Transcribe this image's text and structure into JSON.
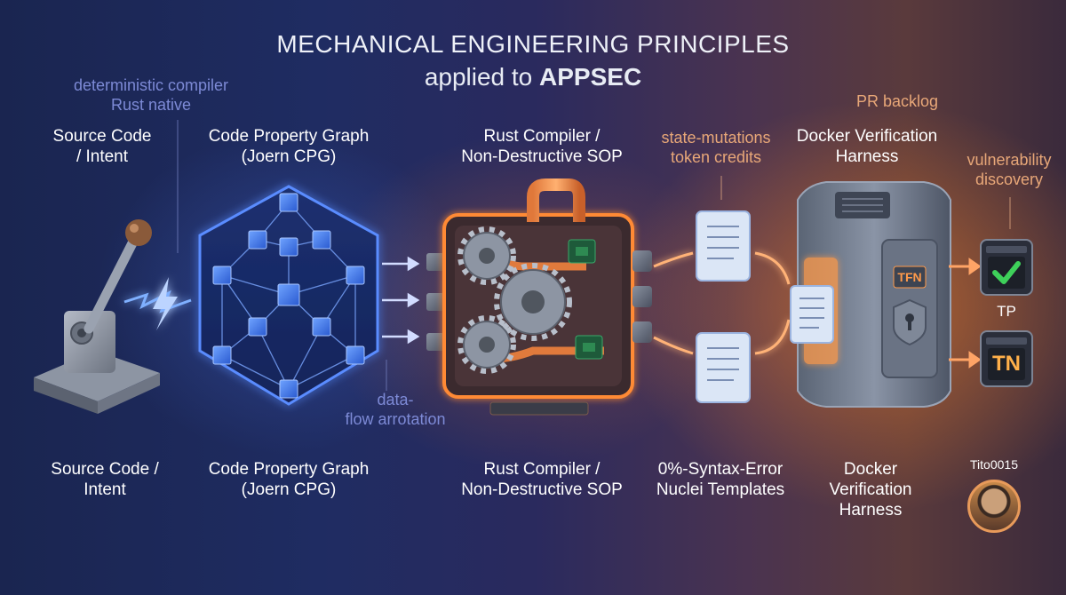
{
  "title": {
    "line1": "MECHANICAL ENGINEERING PRINCIPLES",
    "line2_prefix": "applied to ",
    "line2_bold": "APPSEC"
  },
  "annotations": {
    "deterministic": [
      "deterministic compiler",
      "Rust native"
    ],
    "dataflow": [
      "data-",
      "flow arrotation"
    ],
    "state_mutations": [
      "state-mutations",
      "token credits"
    ],
    "pr_backlog": "PR backlog",
    "vuln_discovery": [
      "vulnerability",
      "discovery"
    ]
  },
  "top_labels": {
    "source": [
      "Source Code",
      "/ Intent"
    ],
    "cpg": [
      "Code Property Graph",
      "(Joern CPG)"
    ],
    "rust": [
      "Rust Compiler /",
      "Non-Destructive SOP"
    ],
    "docker": [
      "Docker Verification",
      "Harness"
    ]
  },
  "bottom_labels": {
    "source": [
      "Source Code /",
      "Intent"
    ],
    "cpg": [
      "Code Property Graph",
      "(Joern CPG)"
    ],
    "rust": [
      "Rust Compiler /",
      "Non-Destructive SOP"
    ],
    "nuclei": [
      "0%-Syntax-Error",
      "Nuclei Templates"
    ],
    "docker": [
      "Docker",
      "Verification",
      "Harness"
    ]
  },
  "outputs": {
    "tp_label": "TP",
    "tn_badge": "TN",
    "tfn_badge": "TFN"
  },
  "author": "Tito0015",
  "colors": {
    "blue_glow": "#4a7dff",
    "orange_glow": "#ff8a30",
    "check_green": "#3ed05a"
  }
}
